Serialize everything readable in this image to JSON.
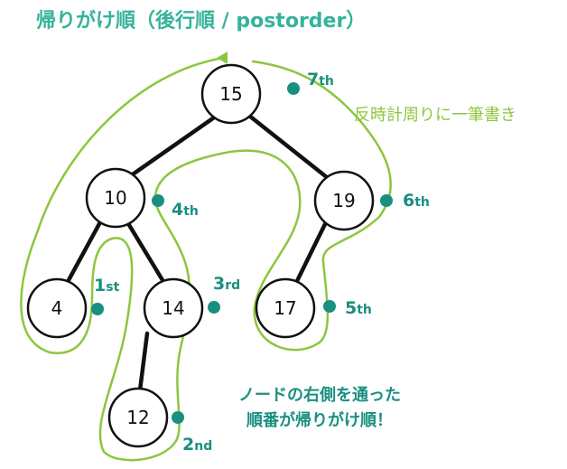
{
  "title": "帰りがけ順（後行順 / postorder）",
  "annotation_direction": "反時計周りに一筆書き",
  "annotation_note": {
    "line1": "ノードの右側を通った",
    "line2": "順番が帰りがけ順！"
  },
  "nodes": [
    {
      "id": "n15",
      "label": "15"
    },
    {
      "id": "n10",
      "label": "10"
    },
    {
      "id": "n19",
      "label": "19"
    },
    {
      "id": "n4",
      "label": "4"
    },
    {
      "id": "n14",
      "label": "14"
    },
    {
      "id": "n17",
      "label": "17"
    },
    {
      "id": "n12",
      "label": "12"
    }
  ],
  "edges": [
    {
      "from": "15",
      "to": "10"
    },
    {
      "from": "15",
      "to": "19"
    },
    {
      "from": "10",
      "to": "4"
    },
    {
      "from": "10",
      "to": "14"
    },
    {
      "from": "14",
      "to": "12"
    },
    {
      "from": "19",
      "to": "17"
    }
  ],
  "visit_order": [
    {
      "num": "1",
      "suffix": "st"
    },
    {
      "num": "2",
      "suffix": "nd"
    },
    {
      "num": "3",
      "suffix": "rd"
    },
    {
      "num": "4",
      "suffix": "th"
    },
    {
      "num": "5",
      "suffix": "th"
    },
    {
      "num": "6",
      "suffix": "th"
    },
    {
      "num": "7",
      "suffix": "th"
    }
  ],
  "colors": {
    "title": "#35b39a",
    "trace": "#8cc63f",
    "order_marker": "#1a8f80",
    "node_stroke": "#111111"
  }
}
